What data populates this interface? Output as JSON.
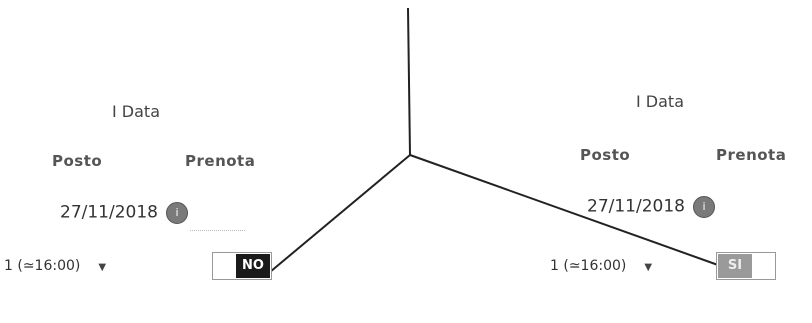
{
  "left": {
    "header": "I Data",
    "col_posto": "Posto",
    "col_prenota": "Prenota",
    "date": "27/11/2018",
    "info_glyph": "i",
    "select_value": "1 (≃16:00)",
    "toggle_label": "NO"
  },
  "right": {
    "header": "I Data",
    "col_posto": "Posto",
    "col_prenota": "Prenota",
    "date": "27/11/2018",
    "info_glyph": "i",
    "select_value": "1 (≃16:00)",
    "toggle_label": "SI"
  }
}
